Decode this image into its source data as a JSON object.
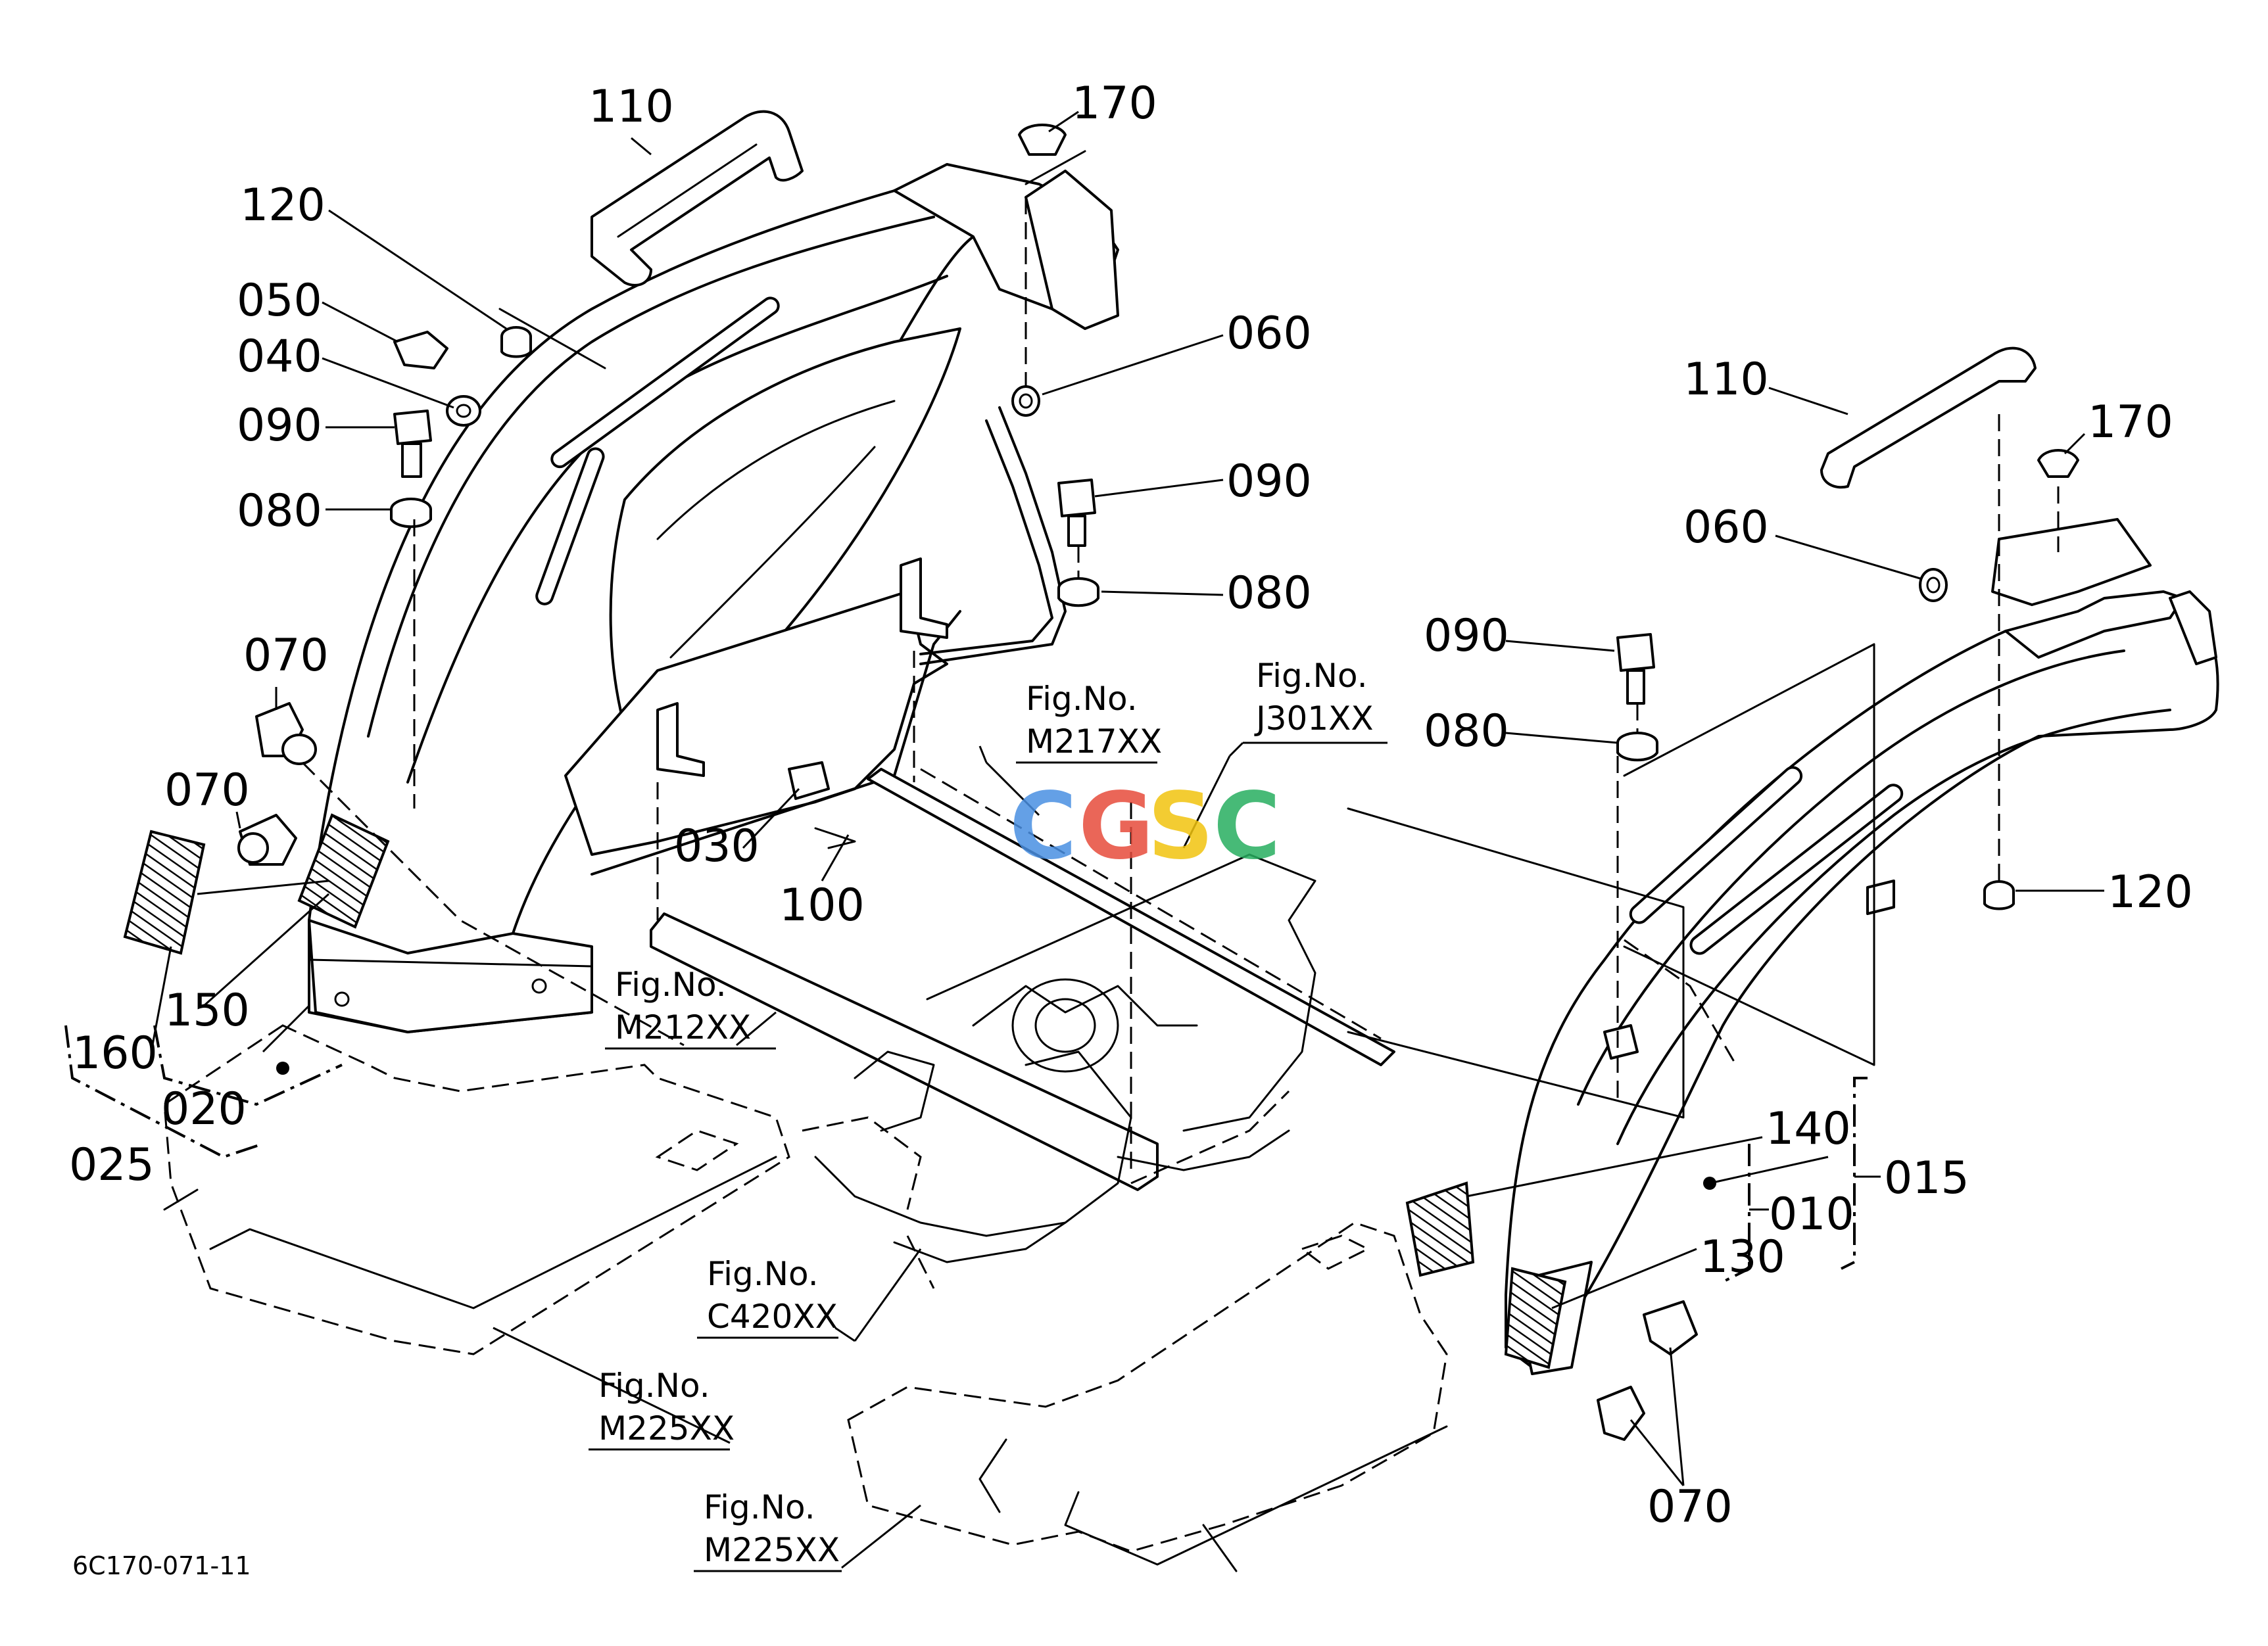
{
  "diagram": {
    "drawing_code": "6C170-071-11",
    "watermark": {
      "letters": [
        "C",
        "G",
        "S",
        "C"
      ],
      "colors": [
        "#4a90e2",
        "#e74c3c",
        "#f1c40f",
        "#27ae60"
      ]
    },
    "callouts": {
      "c110_left": "110",
      "c120_left": "120",
      "c050": "050",
      "c040": "040",
      "c090_left": "090",
      "c080_left": "080",
      "c070_left_upper": "070",
      "c070_left_lower": "070",
      "c150": "150",
      "c160": "160",
      "c020": "020",
      "c025": "025",
      "c170_left": "170",
      "c060_left": "060",
      "c090_mid": "090",
      "c080_mid": "080",
      "c030": "030",
      "c100": "100",
      "c110_right": "110",
      "c170_right": "170",
      "c060_right": "060",
      "c090_right": "090",
      "c080_right": "080",
      "c120_right": "120",
      "c140": "140",
      "c015": "015",
      "c010": "010",
      "c130": "130",
      "c070_right": "070"
    },
    "references": [
      {
        "label": "Fig.No.",
        "number": "M217XX"
      },
      {
        "label": "Fig.No.",
        "number": "J301XX"
      },
      {
        "label": "Fig.No.",
        "number": "M212XX"
      },
      {
        "label": "Fig.No.",
        "number": "C420XX"
      },
      {
        "label": "Fig.No.",
        "number": "M225XX"
      },
      {
        "label": "Fig.No.",
        "number": "M225XX"
      }
    ]
  }
}
